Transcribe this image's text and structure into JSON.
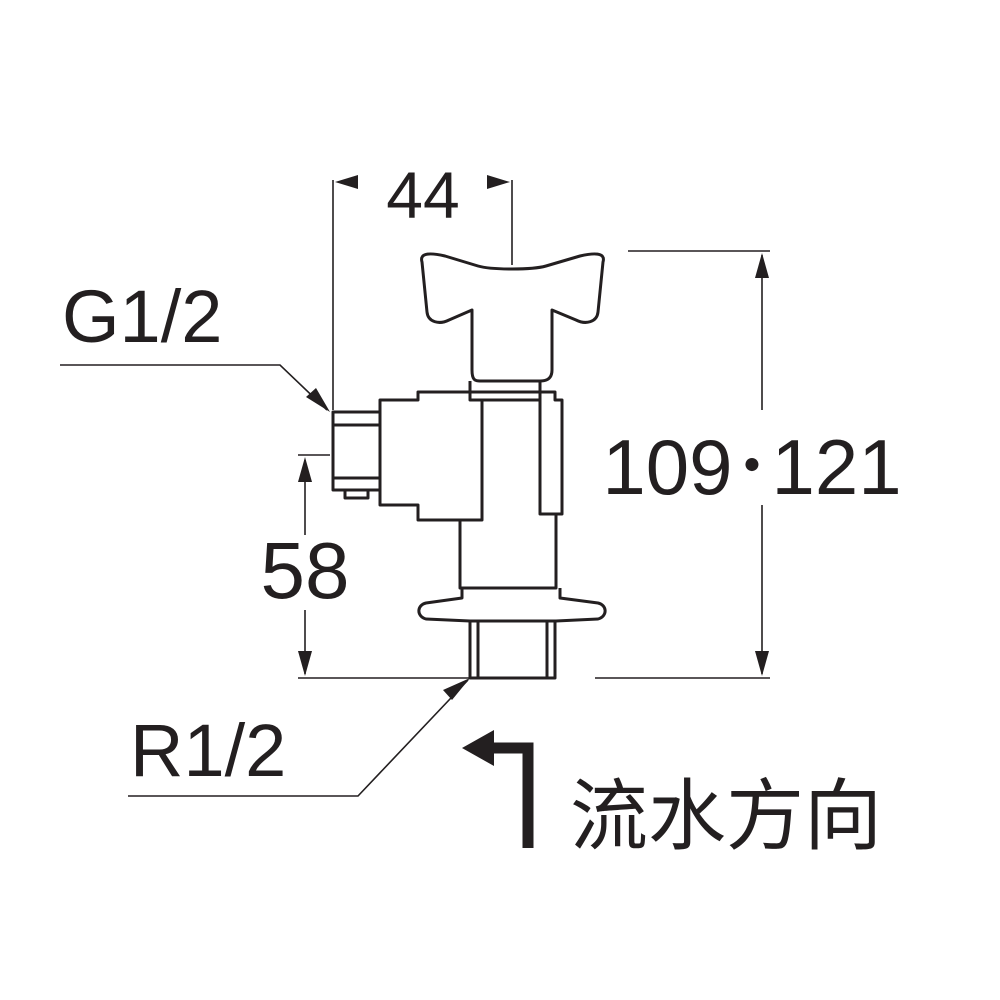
{
  "dimensions": {
    "width_top": "44",
    "height_total": "109･121",
    "height_lower": "58"
  },
  "connections": {
    "inlet_thread": "G1/2",
    "outlet_thread": "R1/2"
  },
  "flow": {
    "label": "流水方向",
    "icon": "flow-direction-arrow-icon"
  },
  "colors": {
    "ink": "#231f20",
    "background": "#ffffff"
  }
}
